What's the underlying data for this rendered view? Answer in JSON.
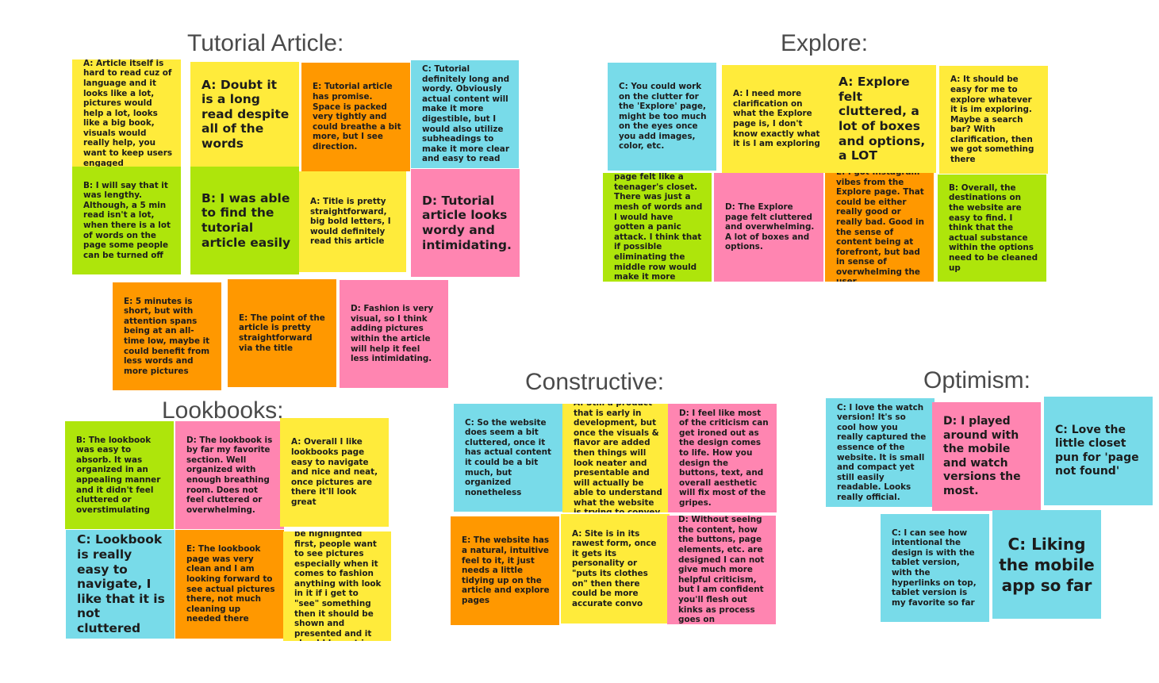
{
  "sections": {
    "tutorial": "Tutorial Article:",
    "explore": "Explore:",
    "lookbooks": "Lookbooks:",
    "constructive": "Constructive:",
    "optimism": "Optimism:"
  },
  "notes": {
    "t1": "A: Article itself is hard to read cuz of language and it looks like a lot, pictures would help a lot, looks like a big book, visuals would really help, you want to keep users engaged",
    "t2": "A: Doubt it is a long read despite all of the words",
    "t3": "E: Tutorial article has promise. Space is packed very tightly and could breathe a bit more, but I see direction.",
    "t4": "C: Tutorial definitely long and wordy. Obviously actual content will make it more digestible, but I would also utilize subheadings to make it more clear and easy to read",
    "t5": "B: I will say that it was lengthy. Although, a 5 min read isn't a lot, when there is a lot of words on the page some people can be turned off",
    "t6": "B: I was able to find the tutorial article easily",
    "t7": "A: Title is pretty straightforward, big bold letters, I would definitely read this article",
    "t8": "D: Tutorial article looks wordy and intimidating.",
    "t9": "E: 5 minutes is short, but with attention spans being at an all-time low, maybe it could benefit from less words and more pictures",
    "t10": "E: The point of the article is pretty straightforward via the title",
    "t11": "D: Fashion is very visual, so I think adding pictures within the article will help it feel less intimidating.",
    "e1": "C: You could work on the clutter for the 'Explore' page, might be too much on the eyes once you add images, color, etc.",
    "e2": "A: I need more clarification on what the Explore page is, I don't know exactly what it is I am exploring",
    "e3": "A: Explore felt cluttered, a lot of boxes and options, a LOT",
    "e4": "A: It should be easy for me to explore whatever it is im exploring. Maybe a search bar? With clarification, then we got something there",
    "e5": "B: The explore page felt like a teenager's closet.  There was just a mesh of words and I would have gotten a panic attack. I think that if possible eliminating the middle row would make it more digestable",
    "e6": "D: The Explore page felt cluttered and overwhelming. A lot of boxes and options.",
    "e7": "E: I got Instagram vibes from the Explore page. That could be either really good or really bad. Good in the sense of content being at forefront, but bad in sense of overwhelming the user.",
    "e8": "B: Overall, the destinations on the website are easy to find. I think that the actual substance within the options need to be cleaned up",
    "l1": "B: The lookbook was easy to absorb. It was organized in an appealing manner and it didn't feel cluttered or overstimulating",
    "l2": "D: The lookbook is by far my favorite section. Well organized with enough breathing room. Does not feel cluttered or overwhelming.",
    "l3": "A: Overall I like lookbooks page easy to navigate and nice and neat, once pictures are there it'll look great",
    "l4": "C: Lookbook is really easy to navigate, I like that it is not cluttered",
    "l5": "E: The lookbook page was very clean and I am looking forward to see actual pictures there, not much cleaning up needed there",
    "l6": "be highlighted first, people want to see pictures especially when it comes to fashion anything with look in it if i get to \"see\" something then it should be shown and presented and it should be put in people's faces instead of having to navigate",
    "c1": "C: So the website does seem a bit cluttered, once it has actual content it could be a bit much, but organized nonetheless",
    "c2": "A: Still a product that is early in development, but once the visuals & flavor are added then things will look neater and presentable and will actually be able to understand what the website is trying to convey",
    "c3": "D: I feel like most of the criticism can get ironed out as the design comes to life. How you design the buttons, text, and overall aesthetic will fix most of the gripes.",
    "c4": "E: The website has a natural, intuitive feel to it, it just needs a little tidying up on the article and explore pages",
    "c5": "A: Site is in its rawest form, once it gets its personality or \"puts its clothes on\" then there could be more accurate convo",
    "c6": "D: Without seeing the content, how the buttons, page elements, etc. are designed I can not give much more helpful criticism, but I am confident you'll flesh out kinks as process goes on",
    "o1": "C: I love the watch version! It's so cool how you really captured the essence of the website. It is small and compact yet still easily readable. Looks really official.",
    "o2": "D: I played around with the mobile and watch versions the most.",
    "o3": "C: Love the little closet pun for 'page not found'",
    "o4": "C: I can see how intentional the design is with the tablet version, with the hyperlinks on top, tablet version is my favorite so far",
    "o5": "C: Liking the mobile app so far"
  },
  "colors": {
    "yellow": "#ffeb3b",
    "orange": "#ff9800",
    "cyan": "#78dbe9",
    "pink": "#ff85b1",
    "green": "#aee50b"
  }
}
